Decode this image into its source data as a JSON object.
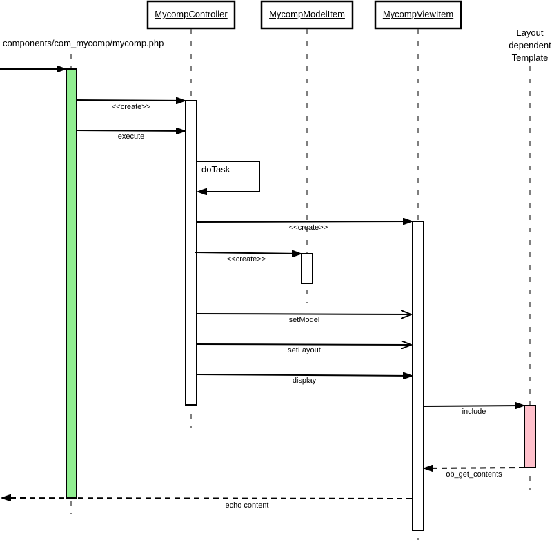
{
  "diagram": {
    "type": "sequence",
    "colors": {
      "main_activation": "#90ee90",
      "template_activation": "#ffc0cb",
      "default_activation": "#ffffff",
      "line": "#000000"
    },
    "participants": [
      {
        "id": "entry",
        "label": "components/com_mycomp/mycomp.php",
        "boxed": false
      },
      {
        "id": "controller",
        "label": "MycompController",
        "boxed": true
      },
      {
        "id": "model",
        "label": "MycompModelItem",
        "boxed": true
      },
      {
        "id": "view",
        "label": "MycompViewItem",
        "boxed": true
      },
      {
        "id": "template",
        "label_lines": [
          "Layout",
          "dependent",
          "Template"
        ],
        "boxed": false
      }
    ],
    "messages": [
      {
        "id": "entry-call",
        "from": "outside",
        "to": "entry",
        "label": "",
        "style": "sync"
      },
      {
        "id": "create-controller",
        "from": "entry",
        "to": "controller",
        "label": "<<create>>",
        "style": "sync"
      },
      {
        "id": "execute",
        "from": "entry",
        "to": "controller",
        "label": "execute",
        "style": "sync"
      },
      {
        "id": "doTask",
        "from": "controller",
        "to": "controller",
        "label": "doTask",
        "style": "self"
      },
      {
        "id": "create-view",
        "from": "controller",
        "to": "view",
        "label": "<<create>>",
        "style": "sync"
      },
      {
        "id": "create-model",
        "from": "controller",
        "to": "model",
        "label": "<<create>>",
        "style": "sync"
      },
      {
        "id": "setModel",
        "from": "controller",
        "to": "view",
        "label": "setModel",
        "style": "async"
      },
      {
        "id": "setLayout",
        "from": "controller",
        "to": "view",
        "label": "setLayout",
        "style": "async"
      },
      {
        "id": "display",
        "from": "controller",
        "to": "view",
        "label": "display",
        "style": "sync"
      },
      {
        "id": "include",
        "from": "view",
        "to": "template",
        "label": "include",
        "style": "sync"
      },
      {
        "id": "ob_get_contents",
        "from": "template",
        "to": "view",
        "label": "ob_get_contents",
        "style": "return"
      },
      {
        "id": "echo-content",
        "from": "view",
        "to": "outside",
        "label": "echo content",
        "style": "return"
      }
    ]
  }
}
